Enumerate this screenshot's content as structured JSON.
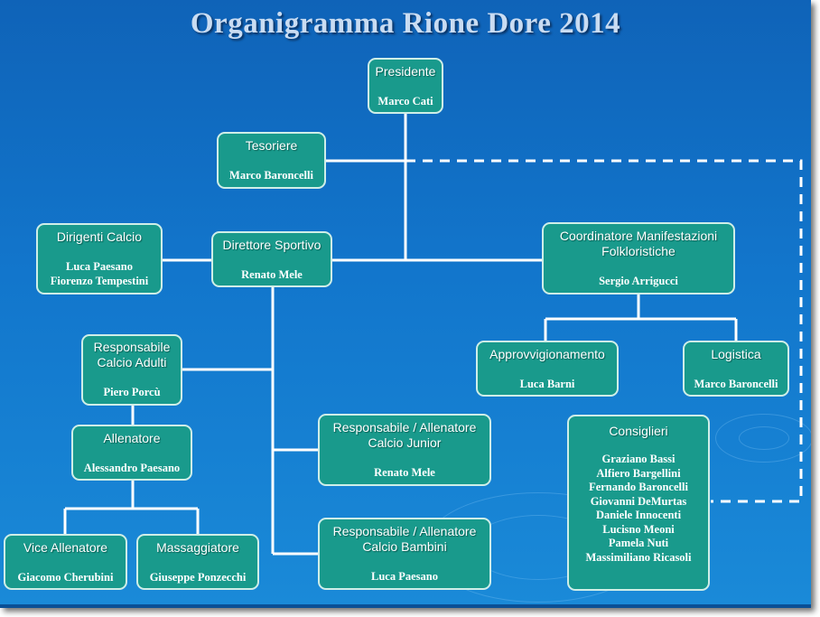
{
  "title": "Organigramma Rione Dore 2014",
  "colors": {
    "background": "#1276cc",
    "box": "#199a8c",
    "box_border": "#cfeee8",
    "connector": "#ffffff"
  },
  "boxes": {
    "presidente": {
      "role": "Presidente",
      "names": [
        "Marco Cati"
      ]
    },
    "tesoriere": {
      "role": "Tesoriere",
      "names": [
        "Marco Baroncelli"
      ]
    },
    "dirigenti_calcio": {
      "role": "Dirigenti Calcio",
      "names": [
        "Luca Paesano",
        "Fiorenzo Tempestini"
      ]
    },
    "direttore_sportivo": {
      "role": "Direttore Sportivo",
      "names": [
        "Renato Mele"
      ]
    },
    "coordinatore": {
      "role": "Coordinatore Manifestazioni Folkloristiche",
      "names": [
        "Sergio Arrigucci"
      ]
    },
    "resp_adulti": {
      "role": "Responsabile Calcio Adulti",
      "names": [
        "Piero Porcù"
      ]
    },
    "approvvigionamento": {
      "role": "Approvvigionamento",
      "names": [
        "Luca Barni"
      ]
    },
    "logistica": {
      "role": "Logistica",
      "names": [
        "Marco Baroncelli"
      ]
    },
    "allenatore": {
      "role": "Allenatore",
      "names": [
        "Alessandro Paesano"
      ]
    },
    "resp_junior": {
      "role": "Responsabile / Allenatore Calcio Junior",
      "names": [
        "Renato Mele"
      ]
    },
    "consiglieri": {
      "role": "Consiglieri",
      "names": [
        "Graziano Bassi",
        "Alfiero Bargellini",
        "Fernando Baroncelli",
        "Giovanni DeMurtas",
        "Daniele Innocenti",
        "Lucisno Meoni",
        "Pamela Nuti",
        "Massimiliano Ricasoli"
      ]
    },
    "vice_allenatore": {
      "role": "Vice Allenatore",
      "names": [
        "Giacomo Cherubini"
      ]
    },
    "massaggiatore": {
      "role": "Massaggiatore",
      "names": [
        "Giuseppe Ponzecchi"
      ]
    },
    "resp_bambini": {
      "role": "Responsabile / Allenatore Calcio Bambini",
      "names": [
        "Luca Paesano"
      ]
    }
  }
}
